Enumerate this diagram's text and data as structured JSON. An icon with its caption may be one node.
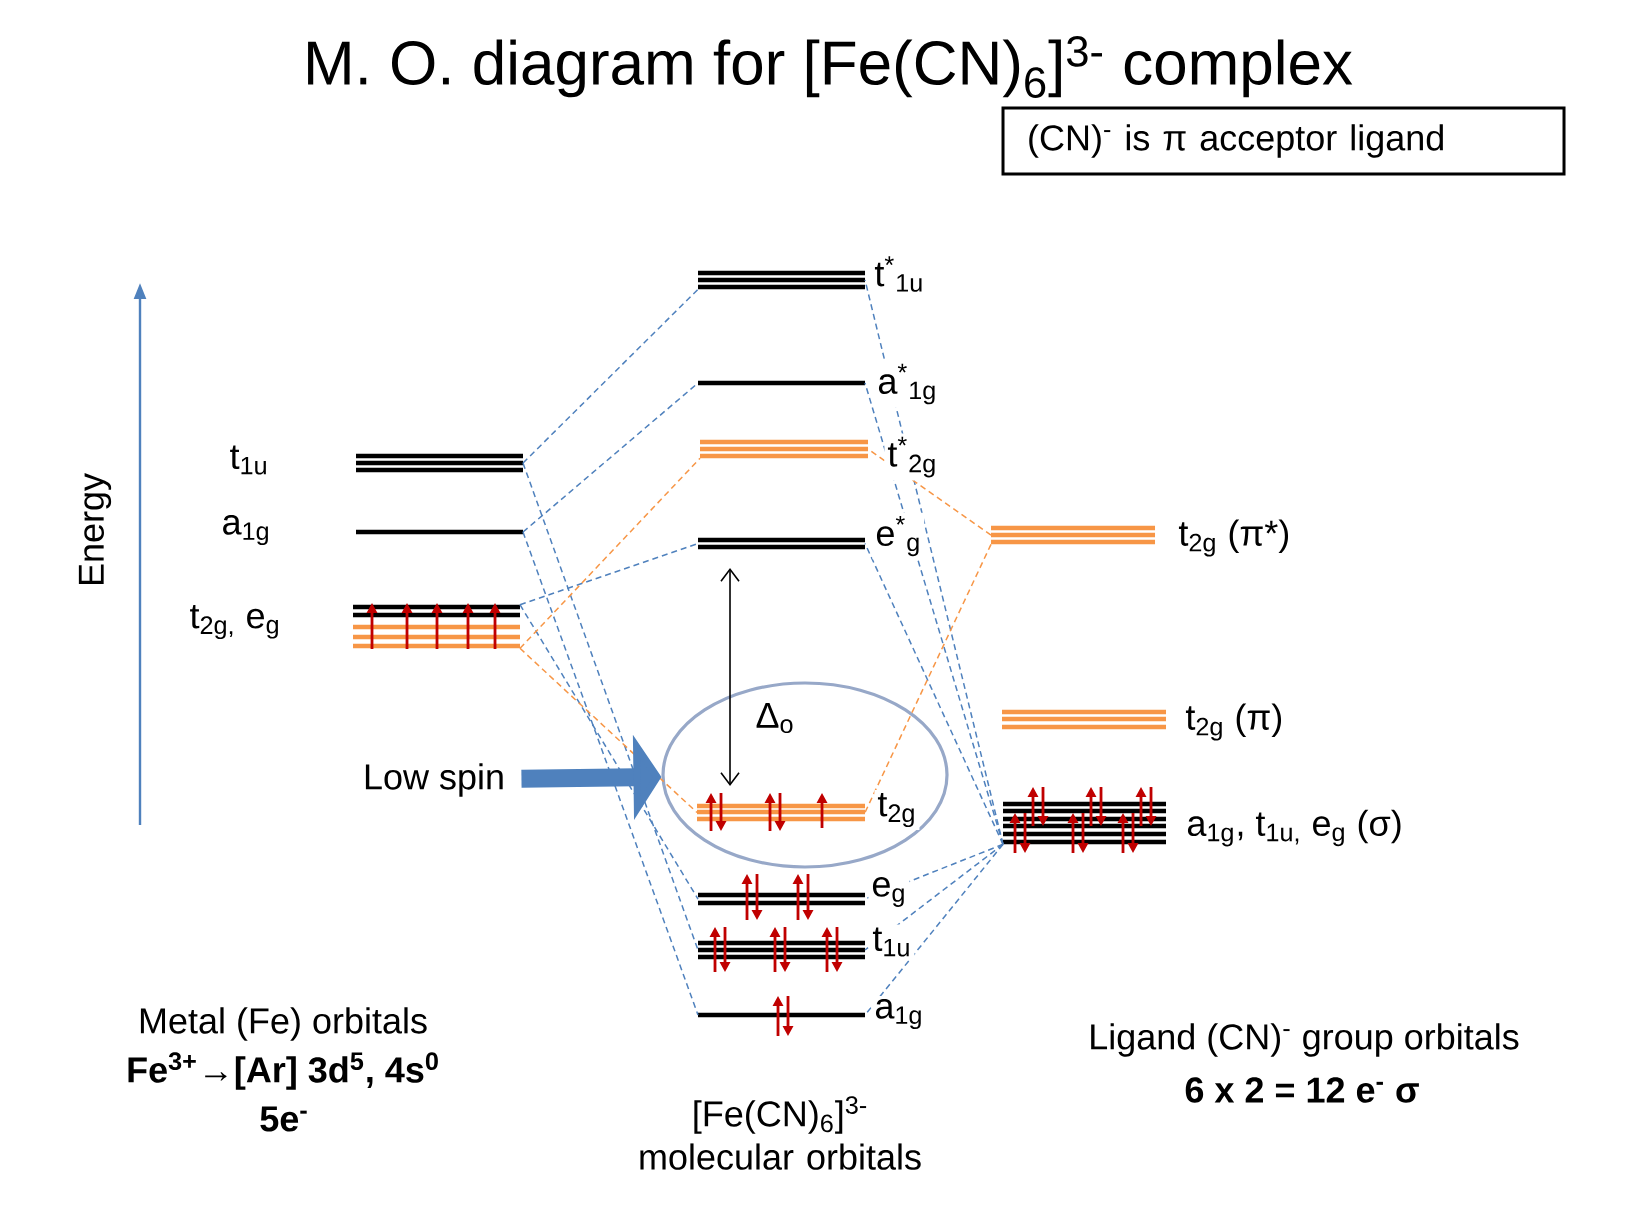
{
  "diagram": {
    "title": "M. O. diagram for [Fe(CN)$_{6}$]$^{3-}$ complex",
    "nodes": [
      {
        "text": [
          "(CN)$^{-}$ is π acceptor ligand"
        ]
      },
      {
        "text": [],
        "shape": "bar",
        "beside": [
          "t$_{1u}$"
        ]
      },
      {
        "text": [],
        "shape": "bar",
        "beside": [
          "a$_{1g}$"
        ]
      },
      {
        "text": [],
        "shape": "bar",
        "beside": [
          "t$_{2g,}$ e$_{g}$"
        ]
      },
      {
        "text": [
          "Low spin"
        ]
      },
      {
        "text": [],
        "shape": "bar",
        "beside": [
          "t$^{*}$$_{1u}$"
        ]
      },
      {
        "text": [],
        "shape": "bar",
        "beside": [
          "a$^{*}$$_{1g}$"
        ]
      },
      {
        "text": [],
        "shape": "bar",
        "beside": [
          "t$^{*}$$_{2g}$"
        ]
      },
      {
        "text": [],
        "shape": "bar",
        "beside": [
          "e$^{*}$$_{g}$"
        ]
      },
      {
        "text": [],
        "shape": "ellipse"
      },
      {
        "text": [],
        "shape": "bar",
        "beside": [
          "t$_{2g}$"
        ],
        "in": 9
      },
      {
        "text": [],
        "shape": "bar",
        "beside": [
          "e$_{g}$"
        ]
      },
      {
        "text": [],
        "shape": "bar",
        "beside": [
          "t$_{1u}$"
        ]
      },
      {
        "text": [],
        "shape": "bar",
        "beside": [
          "a$_{1g}$"
        ]
      },
      {
        "text": [],
        "shape": "bar",
        "beside": [
          "t$_{2g}$ (π*)"
        ]
      },
      {
        "text": [],
        "shape": "bar",
        "beside": [
          "t$_{2g}$ (π)"
        ]
      },
      {
        "text": [],
        "shape": "bar",
        "beside": [
          "a$_{1g}$, t$_{1u,}$ e$_{g}$ (σ)"
        ]
      }
    ],
    "edges": [
      {
        "from": 1,
        "to": 5,
        "arrow": "none",
        "style": "dashed"
      },
      {
        "from": 1,
        "to": 12,
        "arrow": "none",
        "style": "dashed"
      },
      {
        "from": 2,
        "to": 6,
        "arrow": "none",
        "style": "dashed"
      },
      {
        "from": 2,
        "to": 13,
        "arrow": "none",
        "style": "dashed"
      },
      {
        "from": 3,
        "to": 8,
        "arrow": "none",
        "style": "dashed"
      },
      {
        "from": 3,
        "to": 11,
        "arrow": "none",
        "style": "dashed"
      },
      {
        "from": 3,
        "to": 7,
        "arrow": "none",
        "style": "dashed",
        "color": "#f79646"
      },
      {
        "from": 3,
        "to": 10,
        "arrow": "none",
        "style": "dashed",
        "color": "#f79646"
      },
      {
        "from": 16,
        "to": 5,
        "arrow": "none",
        "style": "dashed"
      },
      {
        "from": 16,
        "to": 6,
        "arrow": "none",
        "style": "dashed"
      },
      {
        "from": 16,
        "to": 8,
        "arrow": "none",
        "style": "dashed"
      },
      {
        "from": 16,
        "to": 11,
        "arrow": "none",
        "style": "dashed"
      },
      {
        "from": 16,
        "to": 12,
        "arrow": "none",
        "style": "dashed"
      },
      {
        "from": 16,
        "to": 13,
        "arrow": "none",
        "style": "dashed"
      },
      {
        "from": 14,
        "to": 7,
        "arrow": "none",
        "style": "dashed",
        "color": "#f79646"
      },
      {
        "from": 14,
        "to": 10,
        "arrow": "none",
        "style": "dashed",
        "color": "#f79646"
      },
      {
        "from": 4,
        "to": 9,
        "arrow": "to",
        "style": "thick"
      }
    ],
    "labels": [
      "Energy",
      "Δ$_{o}$",
      "Metal (Fe) orbitals",
      "Fe$^{3+}$→[Ar] 3d$^{5}$, 4s$^{0}$",
      "5e$^{-}$",
      "[Fe(CN)$_{6}$]$^{3-}$ molecular orbitals",
      "Ligand (CN)$^{-}$ group orbitals",
      "6 x 2 = 12 e$^{-}$ σ"
    ]
  }
}
